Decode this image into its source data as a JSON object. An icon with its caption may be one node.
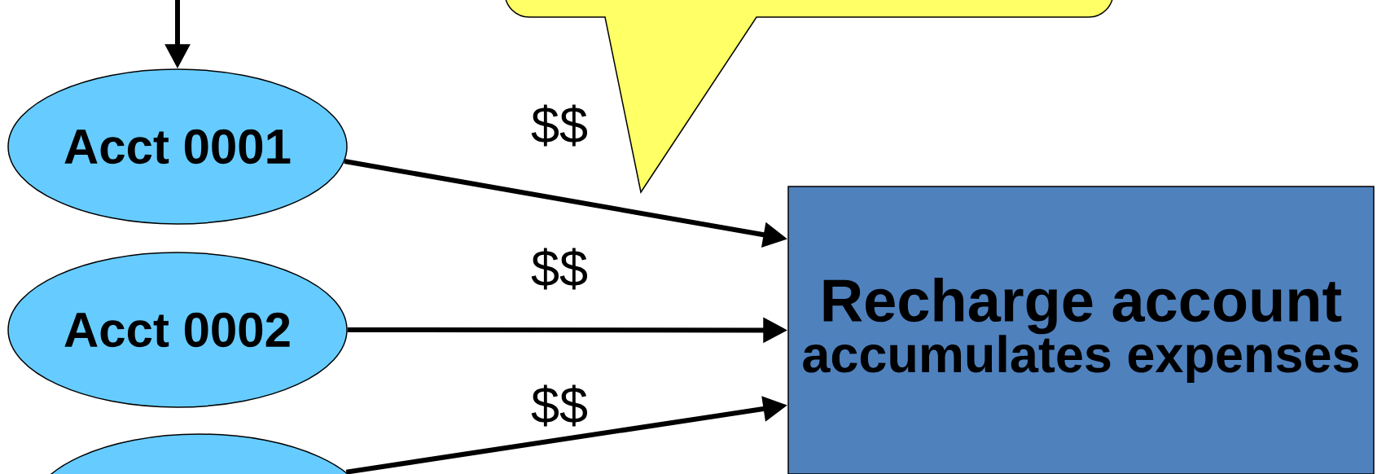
{
  "diagram": {
    "nodes": [
      {
        "text": [
          "Acct 0001"
        ]
      },
      {
        "text": [
          "Acct 0002"
        ]
      },
      {
        "text": [],
        "shape": "ellipse"
      },
      {
        "text": [
          "Recharge account",
          "accumulates expenses"
        ]
      },
      {
        "text": [],
        "shape": "callout"
      }
    ],
    "edges": [
      {
        "from": 0,
        "to": 3,
        "arrow": "to",
        "label": "$$"
      },
      {
        "from": 1,
        "to": 3,
        "arrow": "to",
        "label": "$$"
      },
      {
        "from": 2,
        "to": 3,
        "arrow": "to",
        "label": "$$"
      },
      {
        "from": null,
        "to": 0,
        "arrow": "to"
      }
    ]
  }
}
